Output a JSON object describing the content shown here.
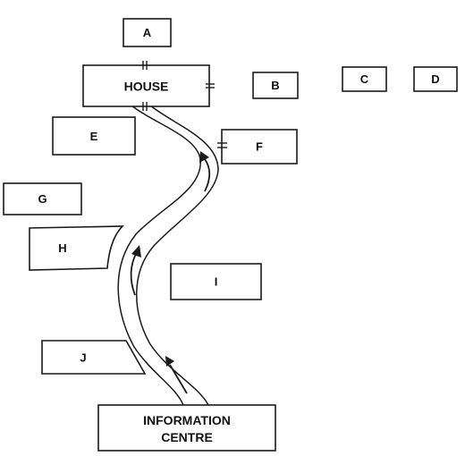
{
  "boxes": {
    "a": "A",
    "house": "HOUSE",
    "b": "B",
    "c": "C",
    "d": "D",
    "e": "E",
    "f": "F",
    "g": "G",
    "h": "H",
    "i": "I",
    "j": "J",
    "info_line1": "INFORMATION",
    "info_line2": "CENTRE"
  }
}
